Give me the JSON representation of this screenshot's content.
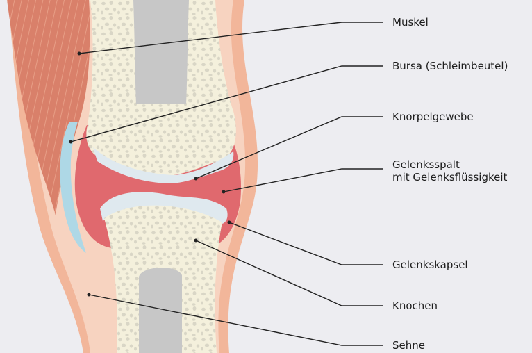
{
  "labels": {
    "muskel": "Muskel",
    "bursa": "Bursa (Schleimbeutel)",
    "knorpel": "Knorpelgewebe",
    "gelenksspalt_line1": "Gelenksspalt",
    "gelenksspalt_line2": "mit Gelenksflüssigkeit",
    "gelenkskapsel": "Gelenkskapsel",
    "knochen": "Knochen",
    "sehne": "Sehne"
  },
  "colors": {
    "background": "#ededf1",
    "muscle": "#d9806a",
    "skin_outline": "#f2b69a",
    "tissue": "#f7d3c0",
    "capsule": "#e0696e",
    "cartilage": "#dfe9ef",
    "bursa": "#aed8e6",
    "bone": "#f4f0dc",
    "marrow": "#c7c7c7",
    "leader_line": "#222222"
  }
}
